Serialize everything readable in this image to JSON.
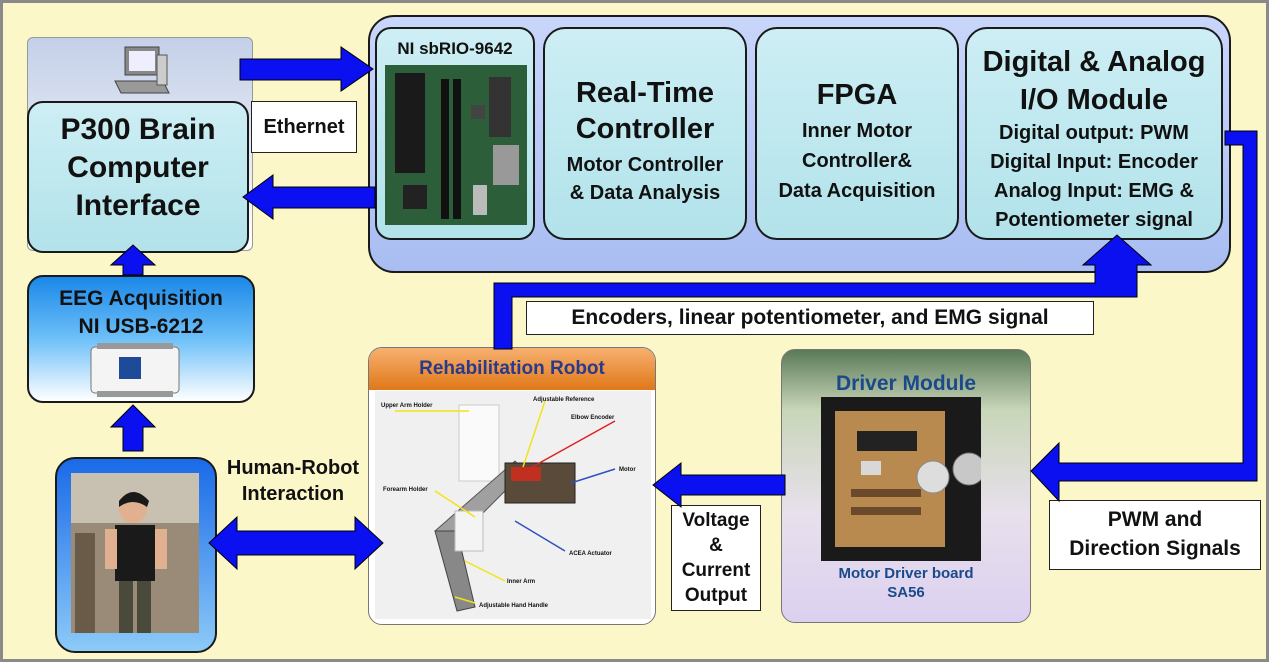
{
  "bci": {
    "title_lines": [
      "P300 Brain",
      "Computer",
      "Interface"
    ]
  },
  "ethernet": "Ethernet",
  "sbrio": {
    "title": "NI sbRIO-9642"
  },
  "rtc": {
    "title_lines": [
      "Real-Time",
      "Controller"
    ],
    "sub_lines": [
      "Motor Controller",
      "& Data Analysis"
    ]
  },
  "fpga": {
    "title": "FPGA",
    "sub_lines": [
      "Inner Motor",
      "Controller&",
      "Data Acquisition"
    ]
  },
  "io": {
    "title_lines": [
      "Digital & Analog",
      "I/O Module"
    ],
    "sub_lines": [
      "Digital output: PWM",
      "Digital Input: Encoder",
      "Analog Input: EMG &",
      "Potentiometer signal"
    ]
  },
  "eeg": {
    "title_lines": [
      "EEG Acquisition",
      "NI USB-6212"
    ]
  },
  "encoders_label": "Encoders, linear potentiometer, and EMG signal",
  "hri_label": [
    "Human-Robot",
    "Interaction"
  ],
  "robot": {
    "title": "Rehabilitation Robot",
    "callouts": [
      "Upper Arm Holder",
      "Adjustable Reference",
      "Elbow Encoder",
      "Motor",
      "Forearm Holder",
      "ACEA Actuator",
      "Inner Arm",
      "Adjustable Hand Handle"
    ]
  },
  "voltage_label": [
    "Voltage",
    "&",
    "Current",
    "Output"
  ],
  "driver": {
    "title": "Driver Module",
    "caption_lines": [
      "Motor Driver board",
      "SA56"
    ]
  },
  "pwm_label": [
    "PWM and",
    "Direction Signals"
  ],
  "colors": {
    "arrow": "#0a10f0",
    "background": "#fbf7c8",
    "panel": "#b6c8f6",
    "cyan_box": "#c2e8ef",
    "robot_header": "#e07818",
    "driver_header": "#1a4a8a"
  }
}
